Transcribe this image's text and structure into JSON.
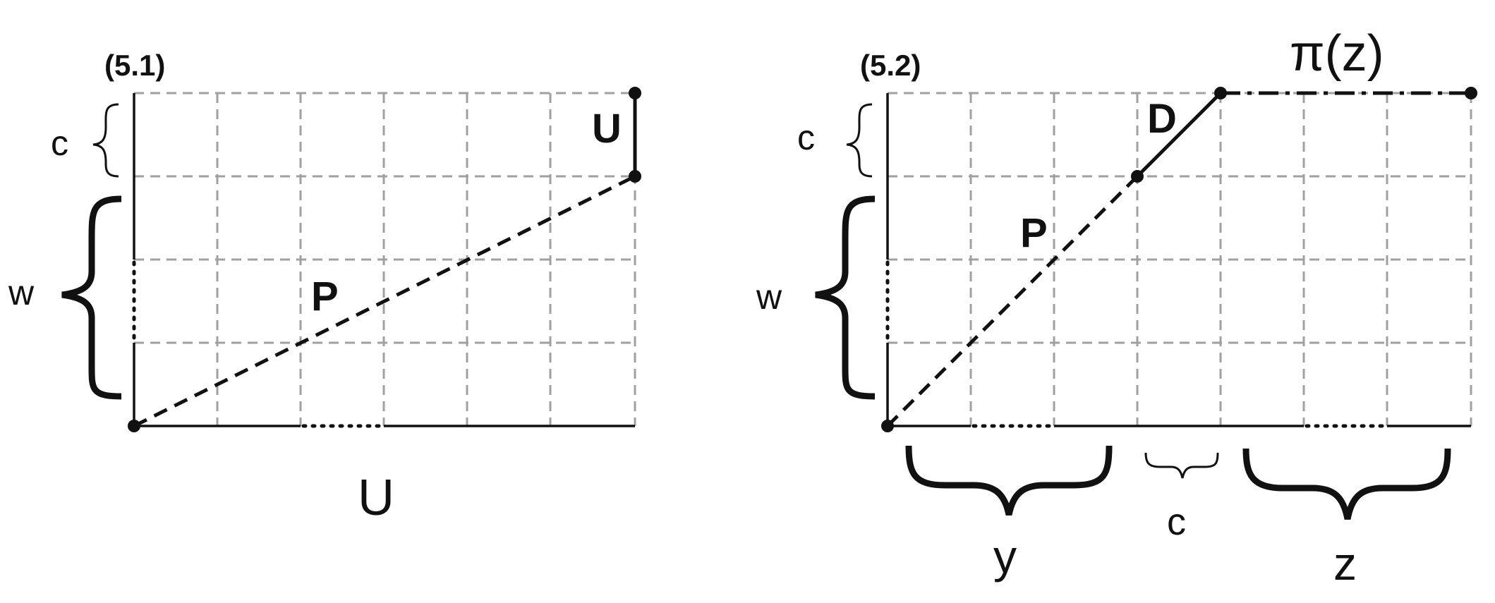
{
  "figure_left": {
    "tag": "(5.1)",
    "c_label": "c",
    "w_label": "w",
    "p_label": "P",
    "u_vertical_label": "U",
    "u_bottom_label": "U"
  },
  "figure_right": {
    "tag": "(5.2)",
    "c_label": "c",
    "w_label": "w",
    "p_label": "P",
    "d_label": "D",
    "pi_label": "π(z)",
    "y_label": "y",
    "c_bottom_label": "c",
    "z_label": "z"
  }
}
